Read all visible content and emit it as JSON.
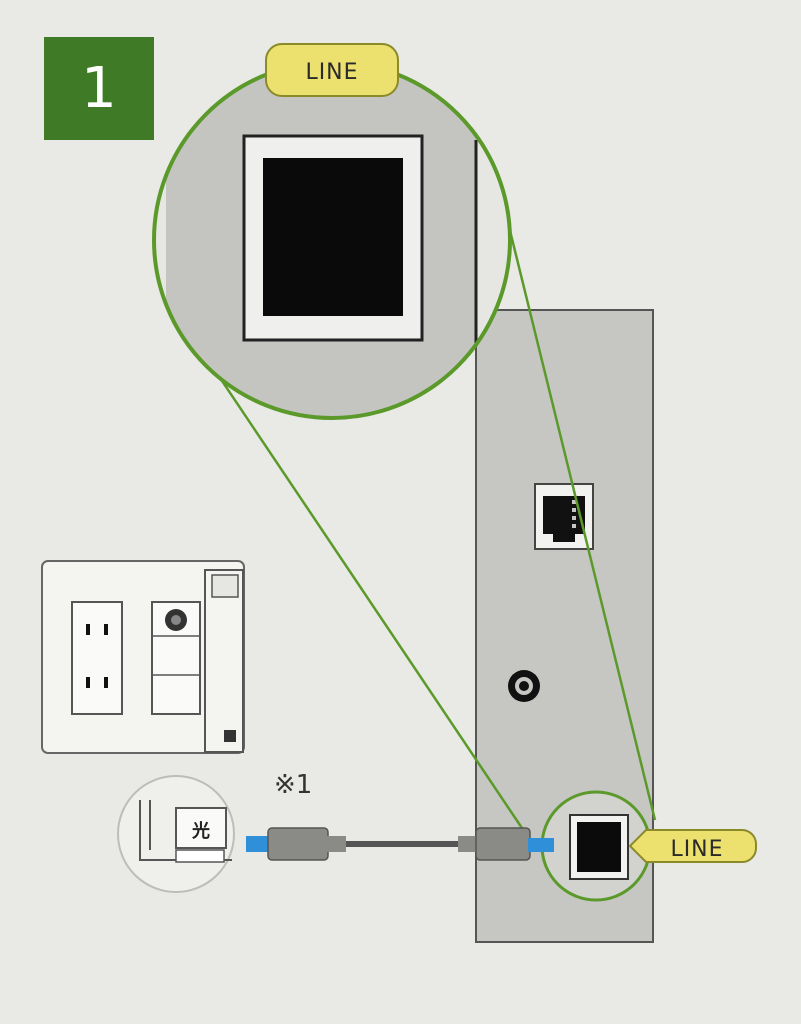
{
  "step": {
    "number": "1"
  },
  "labels": {
    "zoom_port": "LINE",
    "device_port": "LINE",
    "wall_socket": "光",
    "cable_note": "※1"
  },
  "colors": {
    "step_badge": "#3f7a26",
    "callout_ring": "#5b9a2a",
    "label_fill": "#ece06e",
    "label_border": "#8a8a2a",
    "cable_plug_blue": "#2f8fd8",
    "device_panel": "#c6c6c3"
  },
  "icons": {
    "port": "rj11-jack-icon",
    "power": "dc-power-jack-icon",
    "outlet": "wall-outlet-icon"
  }
}
